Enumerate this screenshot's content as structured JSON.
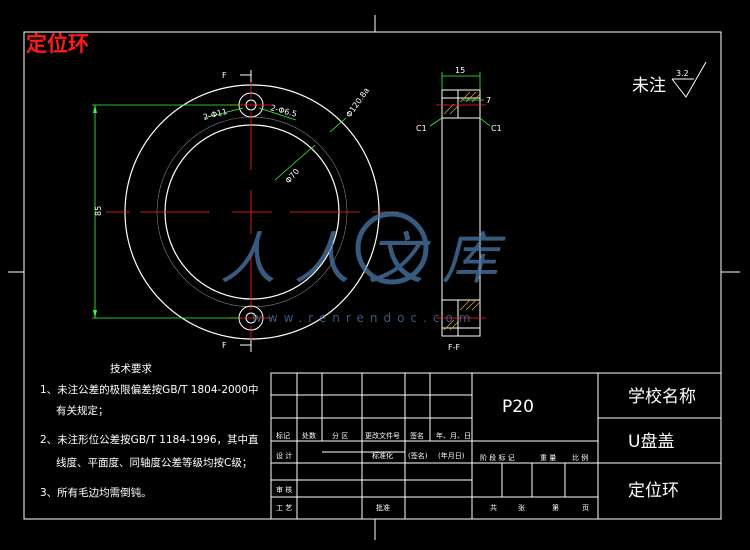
{
  "drawing_title": "定位环",
  "roughness": {
    "label": "未注",
    "value": "3.2"
  },
  "front_view": {
    "labels": {
      "section_top": "F",
      "section_bottom": "F",
      "hole_small": "2-Φ11",
      "hole_counterbore": "2-Φ6.5",
      "outer_dia": "Φ120.8a",
      "inner_dia": "Φ70",
      "center_distance": "85"
    }
  },
  "side_view": {
    "labels": {
      "width": "15",
      "depth": "7",
      "chamfer_left": "C1",
      "chamfer_right": "C1",
      "section_label": "F-F"
    }
  },
  "technical_requirements": {
    "title": "技术要求",
    "items": [
      "1、未注公差的极限偏差按GB/T 1804-2000中",
      "有关规定；",
      "2、未注形位公差按GB/T 1184-1996，其中直",
      "线度、平面度、同轴度公差等级均按C级；",
      "3、所有毛边均需倒钝。"
    ]
  },
  "title_block": {
    "part_number": "P20",
    "school": "学校名称",
    "assembly": "U盘盖",
    "part_name": "定位环",
    "row_labels": [
      "标记",
      "处数",
      "分 区",
      "更改文件号",
      "签名",
      "年、月、日"
    ],
    "design": "设 计",
    "standardize": "标准化",
    "signature": "(签名)",
    "date": "(年月日)",
    "stage_labels": [
      "阶 段 标 记",
      "重 量",
      "比 例"
    ],
    "review": "审 核",
    "process": "工 艺",
    "approve": "批准",
    "sheets": [
      "共",
      "张",
      "第",
      "页"
    ]
  },
  "watermark": {
    "text": "人人文库",
    "url": "www.renrendoc.com"
  },
  "colors": {
    "background": "#000000",
    "lines": "#ffffff",
    "title": "#ff1a1a",
    "dimension": "#33ff33",
    "center": "#ff2222",
    "hidden": "#ffd000",
    "watermark": "#4a78a8"
  }
}
